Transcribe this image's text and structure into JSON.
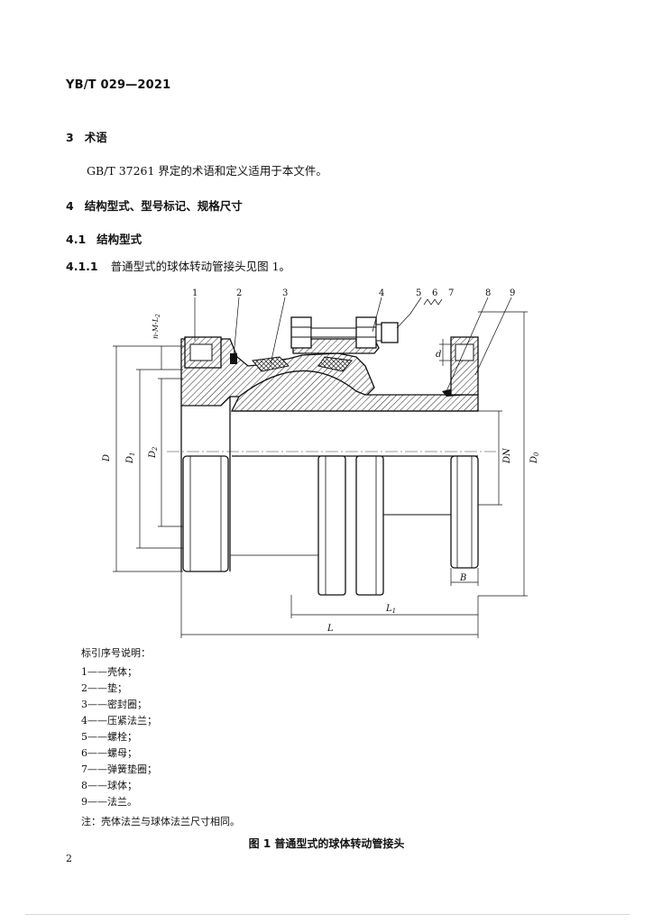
{
  "header": {
    "standard_code": "YB/T 029—2021"
  },
  "sections": [
    {
      "number": "3",
      "title": "术语"
    },
    {
      "number": "4",
      "title": "结构型式、型号标记、规格尺寸"
    },
    {
      "number": "4.1",
      "title": "结构型式"
    }
  ],
  "paragraph_terms": "GB/T 37261 界定的术语和定义适用于本文件。",
  "clause_4_1_1": {
    "number": "4.1.1",
    "text": "普通型式的球体转动管接头见图 1。"
  },
  "figure": {
    "callouts": [
      "1",
      "2",
      "3",
      "4",
      "5",
      "6",
      "7",
      "8",
      "9"
    ],
    "dims": {
      "D": "D",
      "D1": "D",
      "D1_sub": "1",
      "D2": "D",
      "D2_sub": "2",
      "DN": "DN",
      "D0": "D",
      "D0_sub": "0",
      "d": "d",
      "B": "B",
      "L1": "L",
      "L1_sub": "1",
      "L": "L",
      "nML2": "n-M-L",
      "nML2_sub": "2"
    },
    "caption": "图 1   普通型式的球体转动管接头"
  },
  "legend": {
    "title": "标引序号说明：",
    "items": [
      "1——壳体；",
      "2——垫；",
      "3——密封圈；",
      "4——压紧法兰；",
      "5——螺栓；",
      "6——螺母；",
      "7——弹簧垫圈；",
      "8——球体；",
      "9——法兰。"
    ],
    "note": "注：壳体法兰与球体法兰尺寸相同。"
  },
  "page_number": "2"
}
